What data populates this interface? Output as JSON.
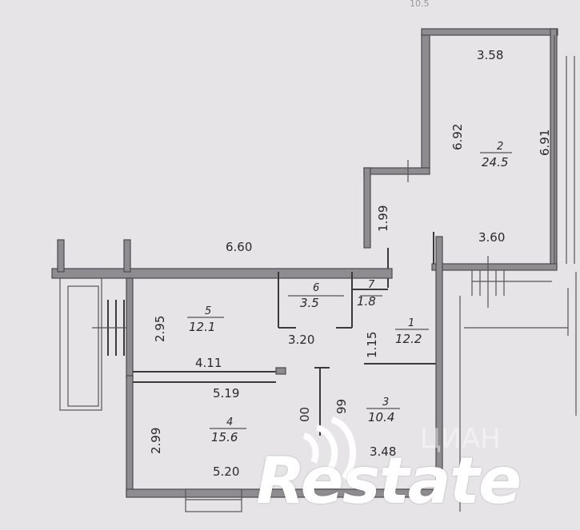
{
  "plan": {
    "top_edge_label": "10.5",
    "dimensions": {
      "room2_top": "3.58",
      "room2_left": "6.92",
      "room2_right": "6.91",
      "room2_bottom": "3.60",
      "hall_vertical": "1.99",
      "corridor_top": "6.60",
      "room5_height": "2.95",
      "room5_bottom": "4.11",
      "hall_width": "3.20",
      "hall_depth": "1.15",
      "room4_top": "5.19",
      "room4_height": "2.99",
      "room4_bottom": "5.20",
      "passage_a": "00",
      "passage_b": "99",
      "room3_bottom": "3.48"
    },
    "rooms": [
      {
        "number": "2",
        "area": "24.5"
      },
      {
        "number": "5",
        "area": "12.1"
      },
      {
        "number": "6",
        "area": "3.5"
      },
      {
        "number": "7",
        "area": "1.8"
      },
      {
        "number": "1",
        "area": "12.2"
      },
      {
        "number": "4",
        "area": "15.6"
      },
      {
        "number": "3",
        "area": "10.4"
      }
    ]
  },
  "logo": {
    "wordmark": "Restate",
    "watermark": "ЦИАН"
  },
  "colors": {
    "background": "#e6e4e6",
    "wall": "#8e8c90",
    "text": "#2a2a2a",
    "logo": "#ffffff"
  }
}
